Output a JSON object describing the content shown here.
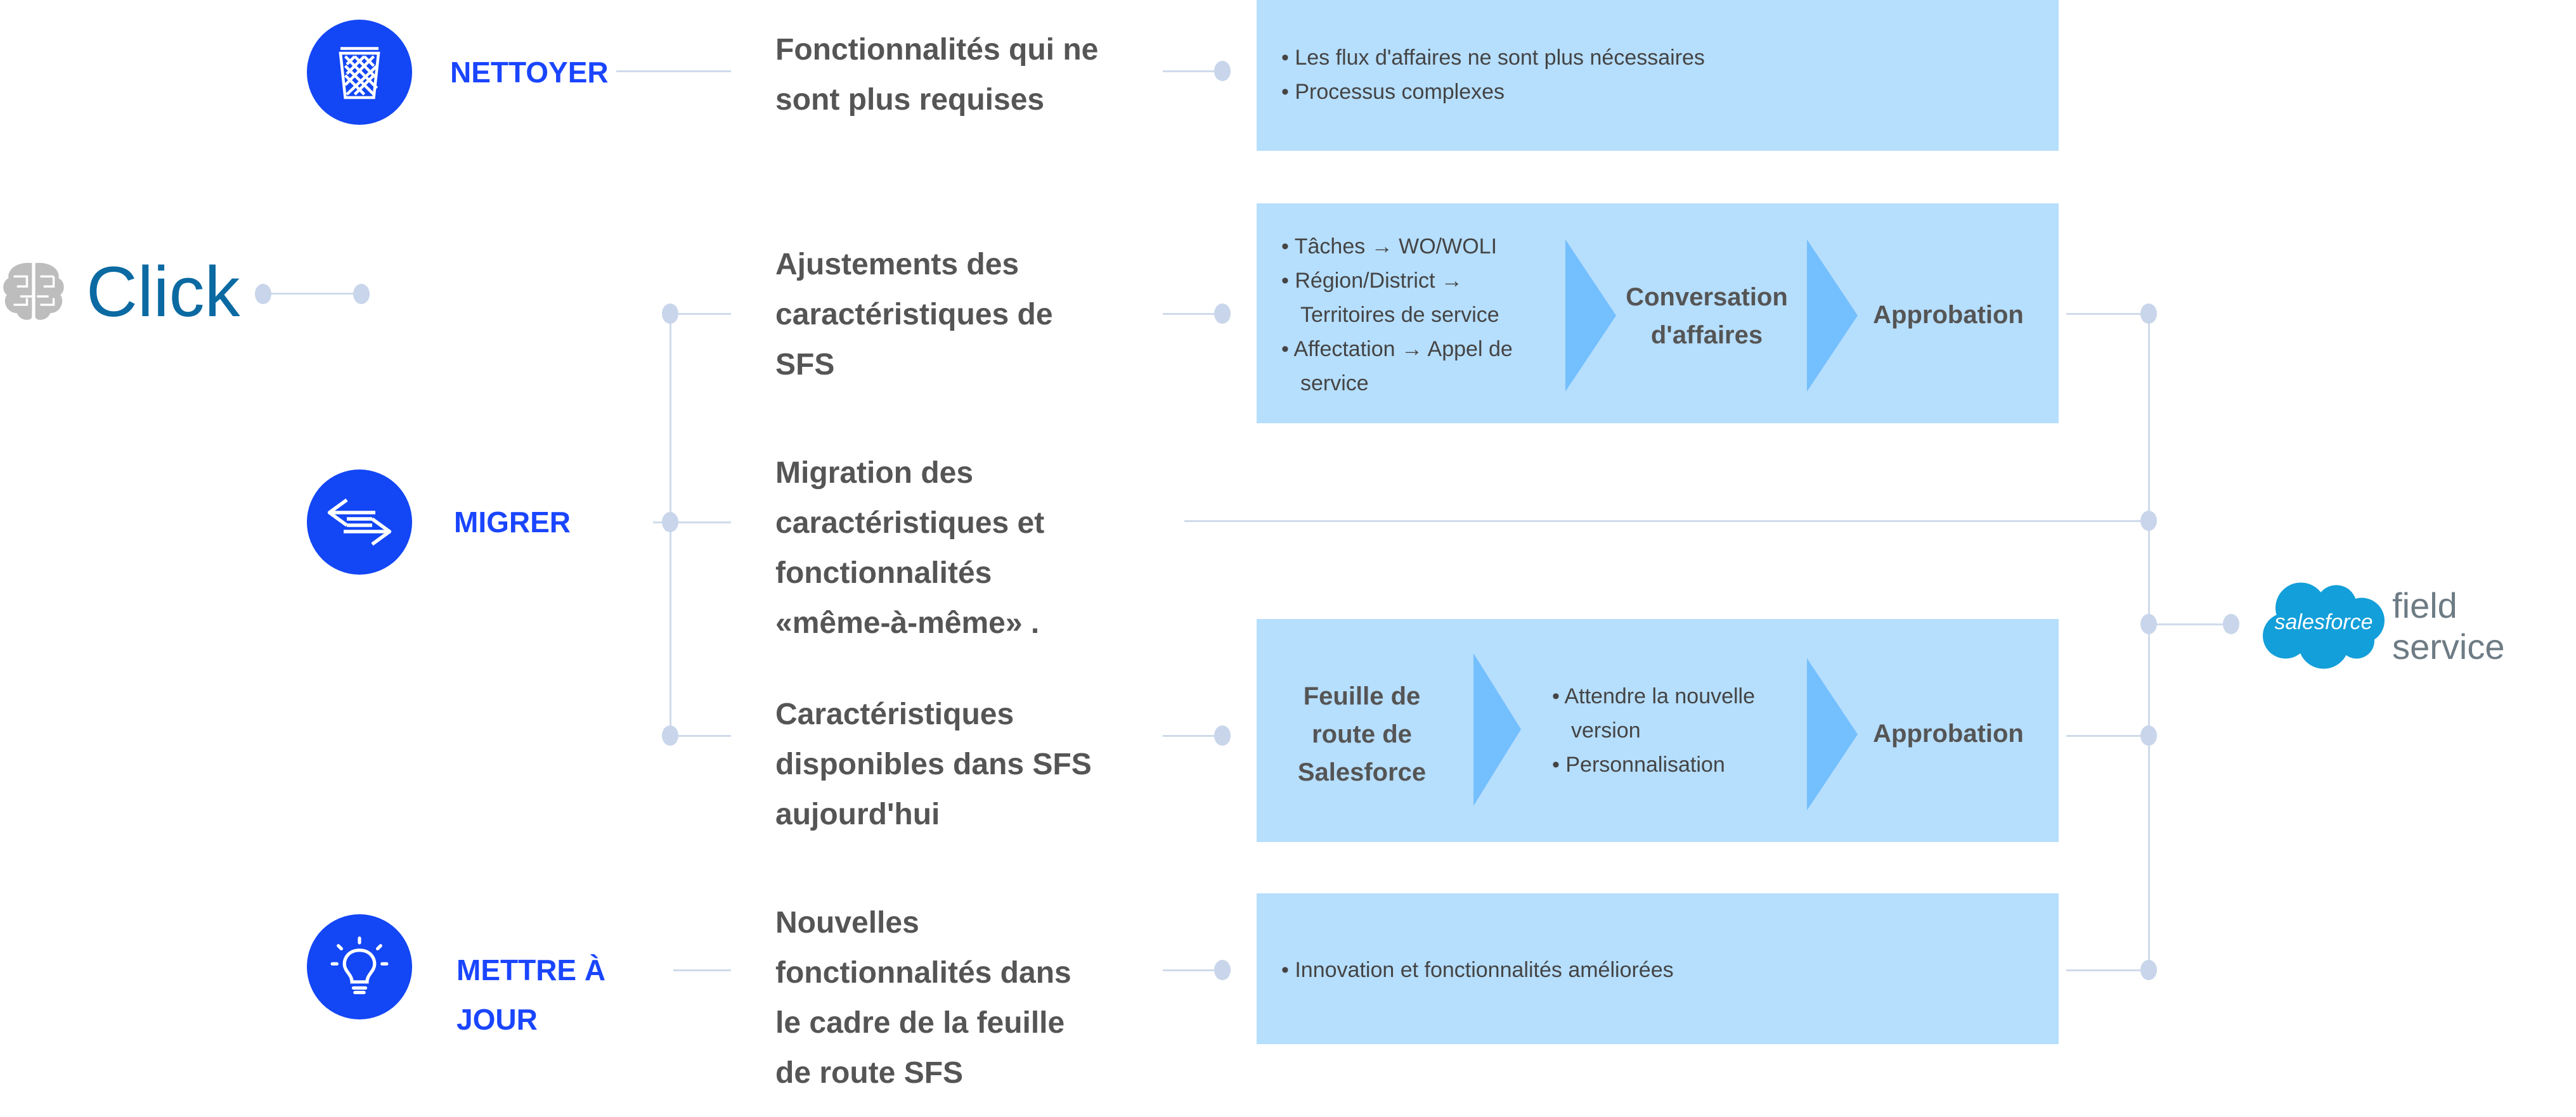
{
  "left_logo": {
    "text": "Click"
  },
  "right_logo": {
    "brand": "salesforce",
    "text": "field service"
  },
  "rows": [
    {
      "label": "NETTOYER",
      "icon": "trash-icon",
      "description": [
        "Fonctionnalités qui ne",
        "sont plus requises"
      ],
      "box": {
        "bullets": [
          "Les flux d'affaires ne sont plus nécessaires",
          "Processus complexes"
        ]
      }
    },
    {
      "label": "",
      "description": [
        "Ajustements des",
        "caractéristiques de",
        "SFS"
      ],
      "box": {
        "bullets": [
          "Tâches → WO/WOLI",
          "Région/District → Territoires de service",
          "Affectation → Appel de service"
        ],
        "step2": [
          "Conversation",
          "d'affaires"
        ],
        "step3": "Approbation"
      }
    },
    {
      "label": "MIGRER",
      "icon": "swap-arrows-icon",
      "description": [
        "Migration des",
        "caractéristiques et",
        "fonctionnalités",
        "«même-à-même» ."
      ]
    },
    {
      "label": "",
      "description": [
        "Caractéristiques",
        "disponibles dans SFS",
        "aujourd'hui"
      ],
      "box": {
        "step1": [
          "Feuille de",
          "route de",
          "Salesforce"
        ],
        "bullets": [
          "Attendre la nouvelle version",
          "Personnalisation"
        ],
        "step3": "Approbation"
      }
    },
    {
      "label": [
        "METTRE À",
        "JOUR"
      ],
      "icon": "lightbulb-icon",
      "description": [
        "Nouvelles",
        "fonctionnalités dans",
        "le cadre de la feuille",
        "de route SFS"
      ],
      "box": {
        "bullets": [
          "Innovation et fonctionnalités améliorées"
        ]
      }
    }
  ],
  "colors": {
    "accent": "#1346f5",
    "box": "#b6defd",
    "chevron": "#74bffd",
    "connector": "#cfdbeb",
    "click": "#0b6aa2",
    "salesforce": "#139fd9"
  }
}
